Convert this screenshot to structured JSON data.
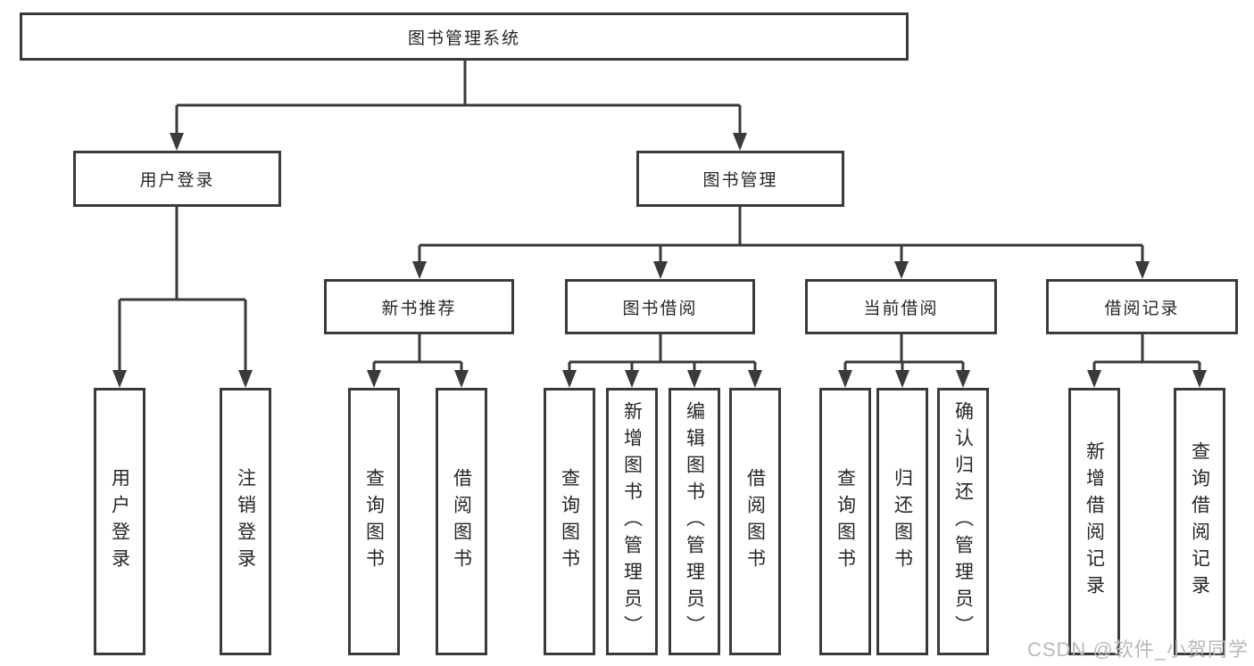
{
  "colors": {
    "line": "#3a3a3a",
    "text": "#262626",
    "watermark": "#b9b9b9",
    "background": "#ffffff"
  },
  "watermark": {
    "text": "CSDN @软件_小贺同学"
  },
  "tree": {
    "label": "图书管理系统",
    "children": [
      {
        "label": "用户登录",
        "children": [
          {
            "label": "用户登录"
          },
          {
            "label": "注销登录"
          }
        ]
      },
      {
        "label": "图书管理",
        "children": [
          {
            "label": "新书推荐",
            "children": [
              {
                "label": "查询图书"
              },
              {
                "label": "借阅图书"
              }
            ]
          },
          {
            "label": "图书借阅",
            "children": [
              {
                "label": "查询图书"
              },
              {
                "label": "新增图书（管理员）"
              },
              {
                "label": "编辑图书（管理员）"
              },
              {
                "label": "借阅图书"
              }
            ]
          },
          {
            "label": "当前借阅",
            "children": [
              {
                "label": "查询图书"
              },
              {
                "label": "归还图书"
              },
              {
                "label": "确认归还（管理员）"
              }
            ]
          },
          {
            "label": "借阅记录",
            "children": [
              {
                "label": "新增借阅记录"
              },
              {
                "label": "查询借阅记录"
              }
            ]
          }
        ]
      }
    ]
  }
}
